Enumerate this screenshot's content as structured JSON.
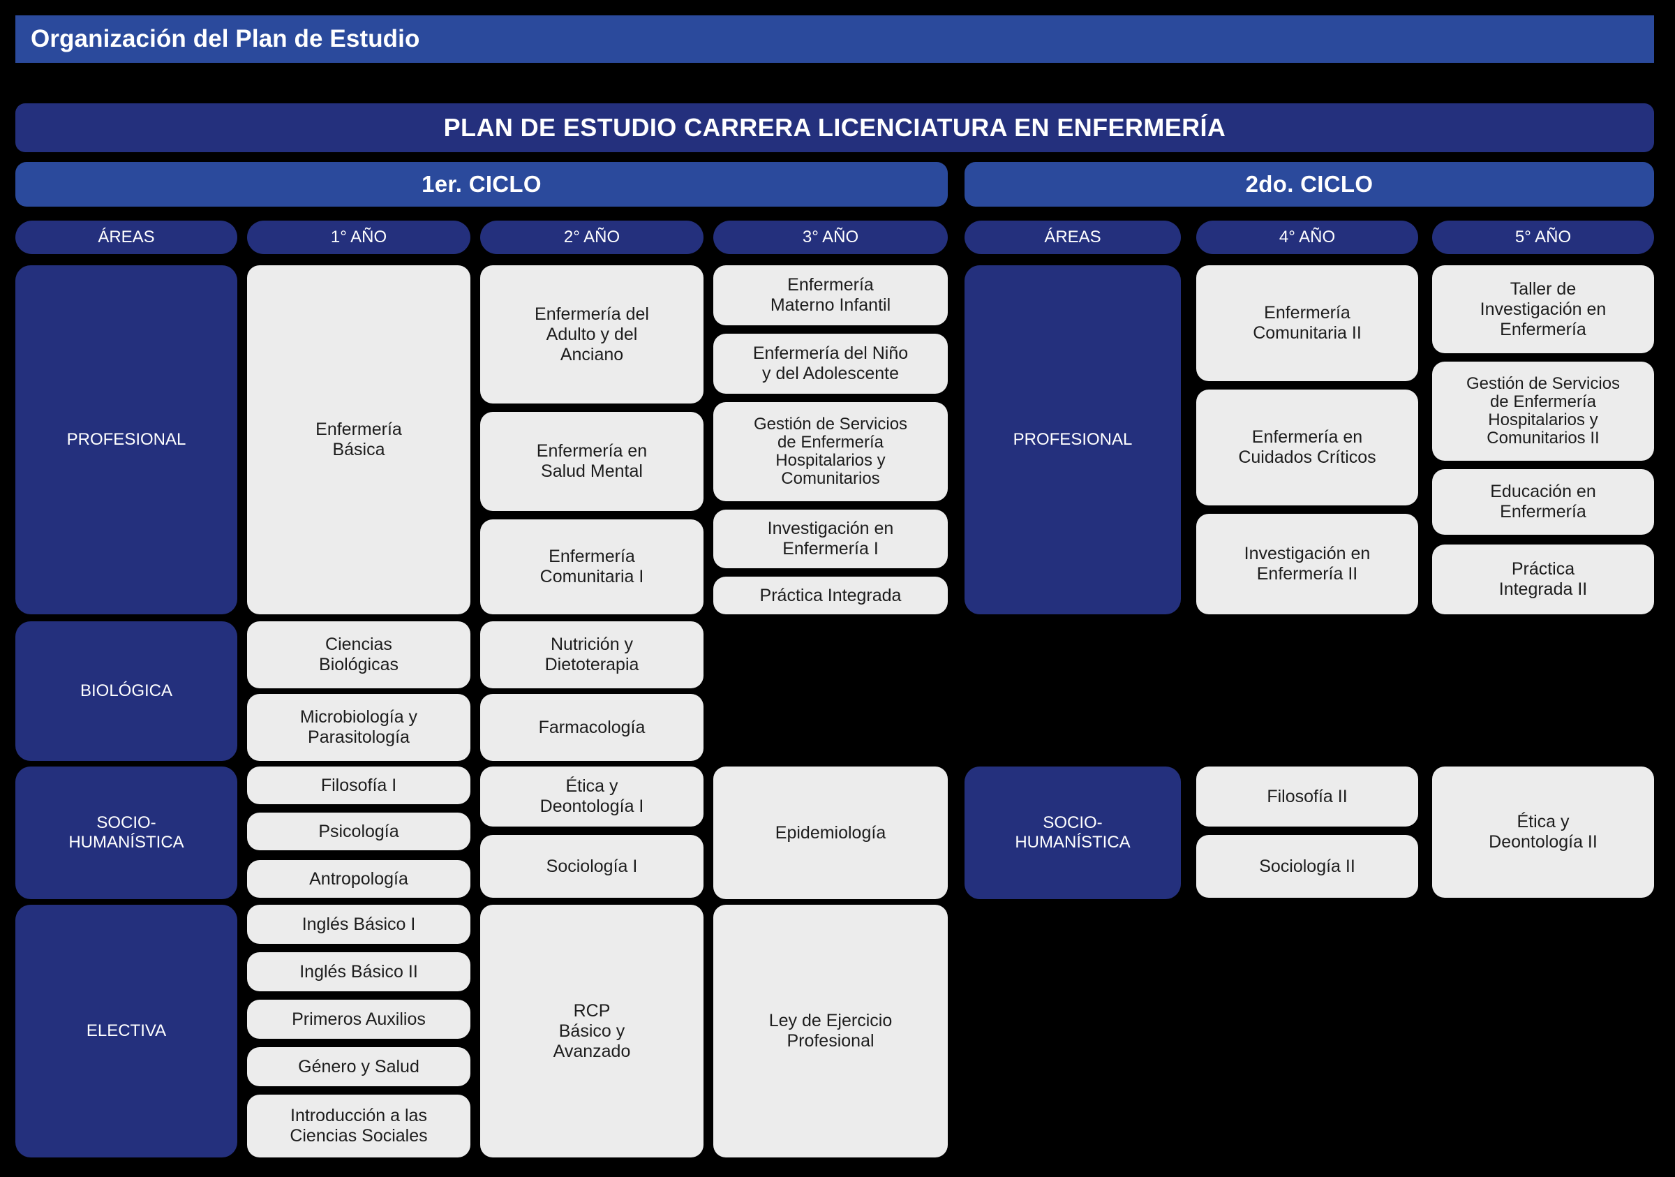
{
  "page_header": {
    "title": "Organización del Plan de Estudio"
  },
  "plan_title": "PLAN DE ESTUDIO CARRERA LICENCIATURA EN ENFERMERÍA",
  "colors": {
    "background": "#000000",
    "header_blue": "#2b4a9c",
    "navy": "#24307d",
    "subject_gray": "#ececec",
    "text_light": "#ffffff",
    "text_dark": "#1d1d1d"
  },
  "cycles": [
    {
      "id": "ciclo1",
      "label": "1er. CICLO",
      "columns": [
        {
          "id": "areas1",
          "label": "ÁREAS"
        },
        {
          "id": "anio1",
          "label": "1° AÑO"
        },
        {
          "id": "anio2",
          "label": "2° AÑO"
        },
        {
          "id": "anio3",
          "label": "3° AÑO"
        }
      ],
      "areas": [
        {
          "id": "profesional1",
          "label": "PROFESIONAL",
          "years": {
            "anio1": [
              "Enfermería\nBásica"
            ],
            "anio2": [
              "Enfermería del\nAdulto y del\nAnciano",
              "Enfermería en\nSalud Mental",
              "Enfermería\nComunitaria I"
            ],
            "anio3": [
              "Enfermería\nMaterno Infantil",
              "Enfermería del Niño\ny del Adolescente",
              "Gestión de Servicios\nde Enfermería\nHospitalarios y\nComunitarios",
              "Investigación en\nEnfermería I",
              "Práctica Integrada"
            ]
          }
        },
        {
          "id": "biologica1",
          "label": "BIOLÓGICA",
          "years": {
            "anio1": [
              "Ciencias\nBiológicas",
              "Microbiología y\nParasitología"
            ],
            "anio2": [
              "Nutrición y\nDietoterapia",
              "Farmacología"
            ],
            "anio3": []
          }
        },
        {
          "id": "sociohumanistica1",
          "label": "SOCIO-\nHUMANÍSTICA",
          "years": {
            "anio1": [
              "Filosofía I",
              "Psicología",
              "Antropología"
            ],
            "anio2": [
              "Ética y\nDeontología I",
              "Sociología I"
            ],
            "anio3": [
              "Epidemiología"
            ]
          }
        },
        {
          "id": "electiva1",
          "label": "ELECTIVA",
          "years": {
            "anio1": [
              "Inglés Básico I",
              "Inglés Básico II",
              "Primeros Auxilios",
              "Género y Salud",
              "Introducción a las\nCiencias Sociales"
            ],
            "anio2": [
              "RCP\nBásico y\nAvanzado"
            ],
            "anio3": [
              "Ley de Ejercicio\nProfesional"
            ]
          }
        }
      ]
    },
    {
      "id": "ciclo2",
      "label": "2do. CICLO",
      "columns": [
        {
          "id": "areas2",
          "label": "ÁREAS"
        },
        {
          "id": "anio4",
          "label": "4° AÑO"
        },
        {
          "id": "anio5",
          "label": "5° AÑO"
        }
      ],
      "areas": [
        {
          "id": "profesional2",
          "label": "PROFESIONAL",
          "years": {
            "anio4": [
              "Enfermería\nComunitaria II",
              "Enfermería en\nCuidados Críticos",
              "Investigación en\nEnfermería II"
            ],
            "anio5": [
              "Taller de\nInvestigación en\nEnfermería",
              "Gestión de Servicios\nde Enfermería\nHospitalarios y\nComunitarios II",
              "Educación en\nEnfermería",
              "Práctica\nIntegrada II"
            ]
          }
        },
        {
          "id": "sociohumanistica2",
          "label": "SOCIO-\nHUMANÍSTICA",
          "years": {
            "anio4": [
              "Filosofía II",
              "Sociología II"
            ],
            "anio5": [
              "Ética y\nDeontología II"
            ]
          }
        }
      ]
    }
  ]
}
